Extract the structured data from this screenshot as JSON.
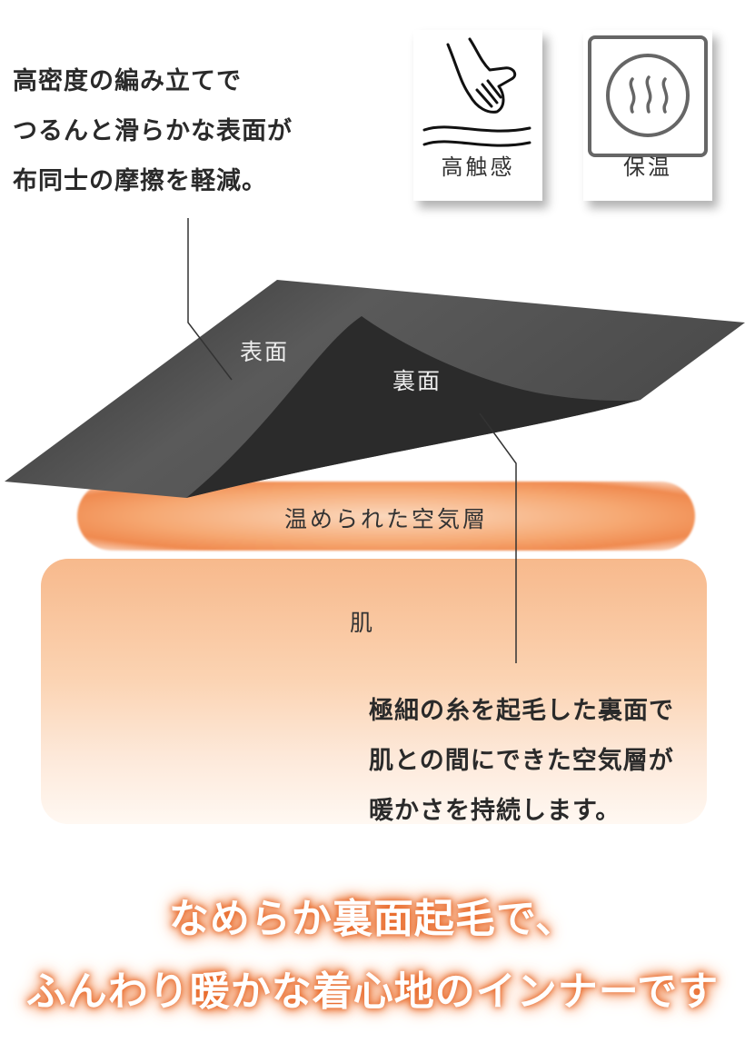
{
  "top_description": [
    "高密度の編み立てで",
    "つるんと滑らかな表面が",
    "布同士の摩擦を軽減。"
  ],
  "features": [
    {
      "label": "高触感",
      "icon": "hand-touch-icon"
    },
    {
      "label": "保温",
      "icon": "heat-retention-icon"
    }
  ],
  "fabric": {
    "surface_label": "表面",
    "back_label": "裏面"
  },
  "layers": {
    "air_label": "温められた空気層",
    "skin_label": "肌"
  },
  "bottom_description": [
    "極細の糸を起毛した裏面で",
    "肌との間にできた空気層が",
    "暖かさを持続します。"
  ],
  "headline": [
    "なめらか裏面起毛で、",
    "ふんわり暖かな着心地のインナーです"
  ],
  "colors": {
    "accent": "#e8692a",
    "fabric": "#3a3a3a",
    "fabric_back": "#2b2b2b"
  }
}
